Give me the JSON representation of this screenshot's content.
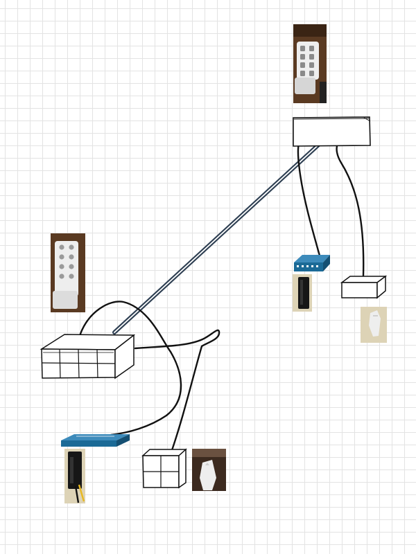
{
  "colors": {
    "grid": "#e3e3e3",
    "ink": "#111111",
    "trunk": "#2e3f52",
    "switch_fill": "#1b6a96",
    "switch_top": "#3d8bbb",
    "photo_bg": "#5a3a22",
    "connector_white": "#eeeeee",
    "connector_black": "#161616",
    "photo_cream": "#ddd3b6"
  },
  "nodes": [
    {
      "id": "photo-8pin-top",
      "kind": "photo",
      "depicts": "white-8-pin-connector"
    },
    {
      "id": "box-top",
      "kind": "sketch-box",
      "depicts": "wide-box"
    },
    {
      "id": "photo-8pin-left",
      "kind": "photo",
      "depicts": "white-8-pin-connector"
    },
    {
      "id": "box-left",
      "kind": "sketch-box",
      "depicts": "8-cell-box"
    },
    {
      "id": "switch-right",
      "kind": "network-switch",
      "depicts": "switch-icon"
    },
    {
      "id": "photo-black-right",
      "kind": "photo",
      "depicts": "black-connector"
    },
    {
      "id": "box-right",
      "kind": "sketch-box",
      "depicts": "small-box"
    },
    {
      "id": "photo-white-right",
      "kind": "photo",
      "depicts": "white-single-pin-connector"
    },
    {
      "id": "switch-bottom",
      "kind": "network-switch",
      "depicts": "switch-icon"
    },
    {
      "id": "photo-black-bottom",
      "kind": "photo",
      "depicts": "black-connector-with-wires"
    },
    {
      "id": "box-bottom",
      "kind": "sketch-box",
      "depicts": "4-cell-box"
    },
    {
      "id": "photo-white-bottom",
      "kind": "photo",
      "depicts": "white-2-pin-connector"
    }
  ],
  "edges": [
    {
      "from": "box-left",
      "to": "box-top",
      "style": "double-trunk"
    },
    {
      "from": "box-top",
      "to": "switch-right",
      "style": "curve"
    },
    {
      "from": "box-top",
      "to": "box-right",
      "style": "curve"
    },
    {
      "from": "box-left",
      "to": "switch-bottom",
      "style": "curve"
    },
    {
      "from": "box-left",
      "to": "box-bottom",
      "style": "curve"
    },
    {
      "from": "box-left",
      "to": "box-left",
      "style": "loop"
    }
  ]
}
